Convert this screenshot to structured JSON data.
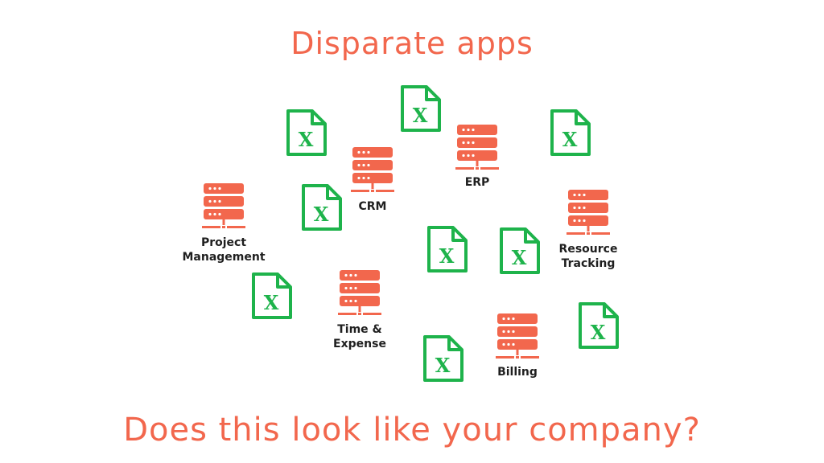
{
  "header": {
    "title": "Disparate apps"
  },
  "footer": {
    "question": "Does this look like your company?"
  },
  "colors": {
    "accent": "#f2674d",
    "excel_green": "#1eb34b",
    "label": "#1f1f1f",
    "background": "#ffffff"
  },
  "apps": [
    {
      "id": "crm",
      "label": "CRM",
      "icon": "server-icon"
    },
    {
      "id": "erp",
      "label": "ERP",
      "icon": "server-icon"
    },
    {
      "id": "project-management",
      "label_lines": [
        "Project",
        "Management"
      ],
      "icon": "server-icon"
    },
    {
      "id": "resource-tracking",
      "label_lines": [
        "Resource",
        "Tracking"
      ],
      "icon": "server-icon"
    },
    {
      "id": "time-expense",
      "label_lines": [
        "Time &",
        "Expense"
      ],
      "icon": "server-icon"
    },
    {
      "id": "billing",
      "label": "Billing",
      "icon": "server-icon"
    }
  ],
  "spreadsheets": {
    "icon": "excel-file-icon",
    "letter": "X",
    "count": 9
  }
}
